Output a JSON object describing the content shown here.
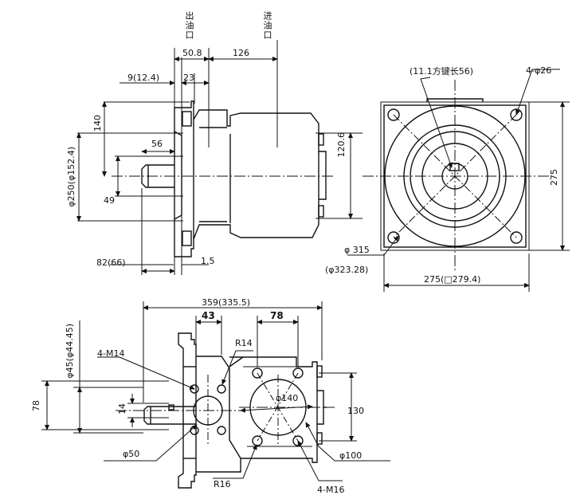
{
  "labels": {
    "outlet": "出油口",
    "inlet": "进油口",
    "d50_8": "50.8",
    "d126": "126",
    "d9": "9(12.4)",
    "d23": "23",
    "d140": "140",
    "d56": "56",
    "d120_6": "120.6",
    "d250": "φ250(φ152.4)",
    "d49": "49",
    "d82": "82(66)",
    "d1_5": "1.5",
    "key": "(11.1方键长56)",
    "holes_top": "4-φ26",
    "d275_v": "275",
    "d315": "φ 315",
    "d323": "(φ323.28)",
    "d275_h": "275(□279.4)",
    "d359": "359(335.5)",
    "d43": "43",
    "d78_top": "78",
    "r14": "R14",
    "m14": "4-M14",
    "d45": "φ45(φ44.45)",
    "d78_left": "78",
    "d14": "14",
    "d140_c": "φ140",
    "d130": "130",
    "d50": "φ50",
    "d100": "φ100",
    "r16": "R16",
    "m16": "4-M16"
  }
}
